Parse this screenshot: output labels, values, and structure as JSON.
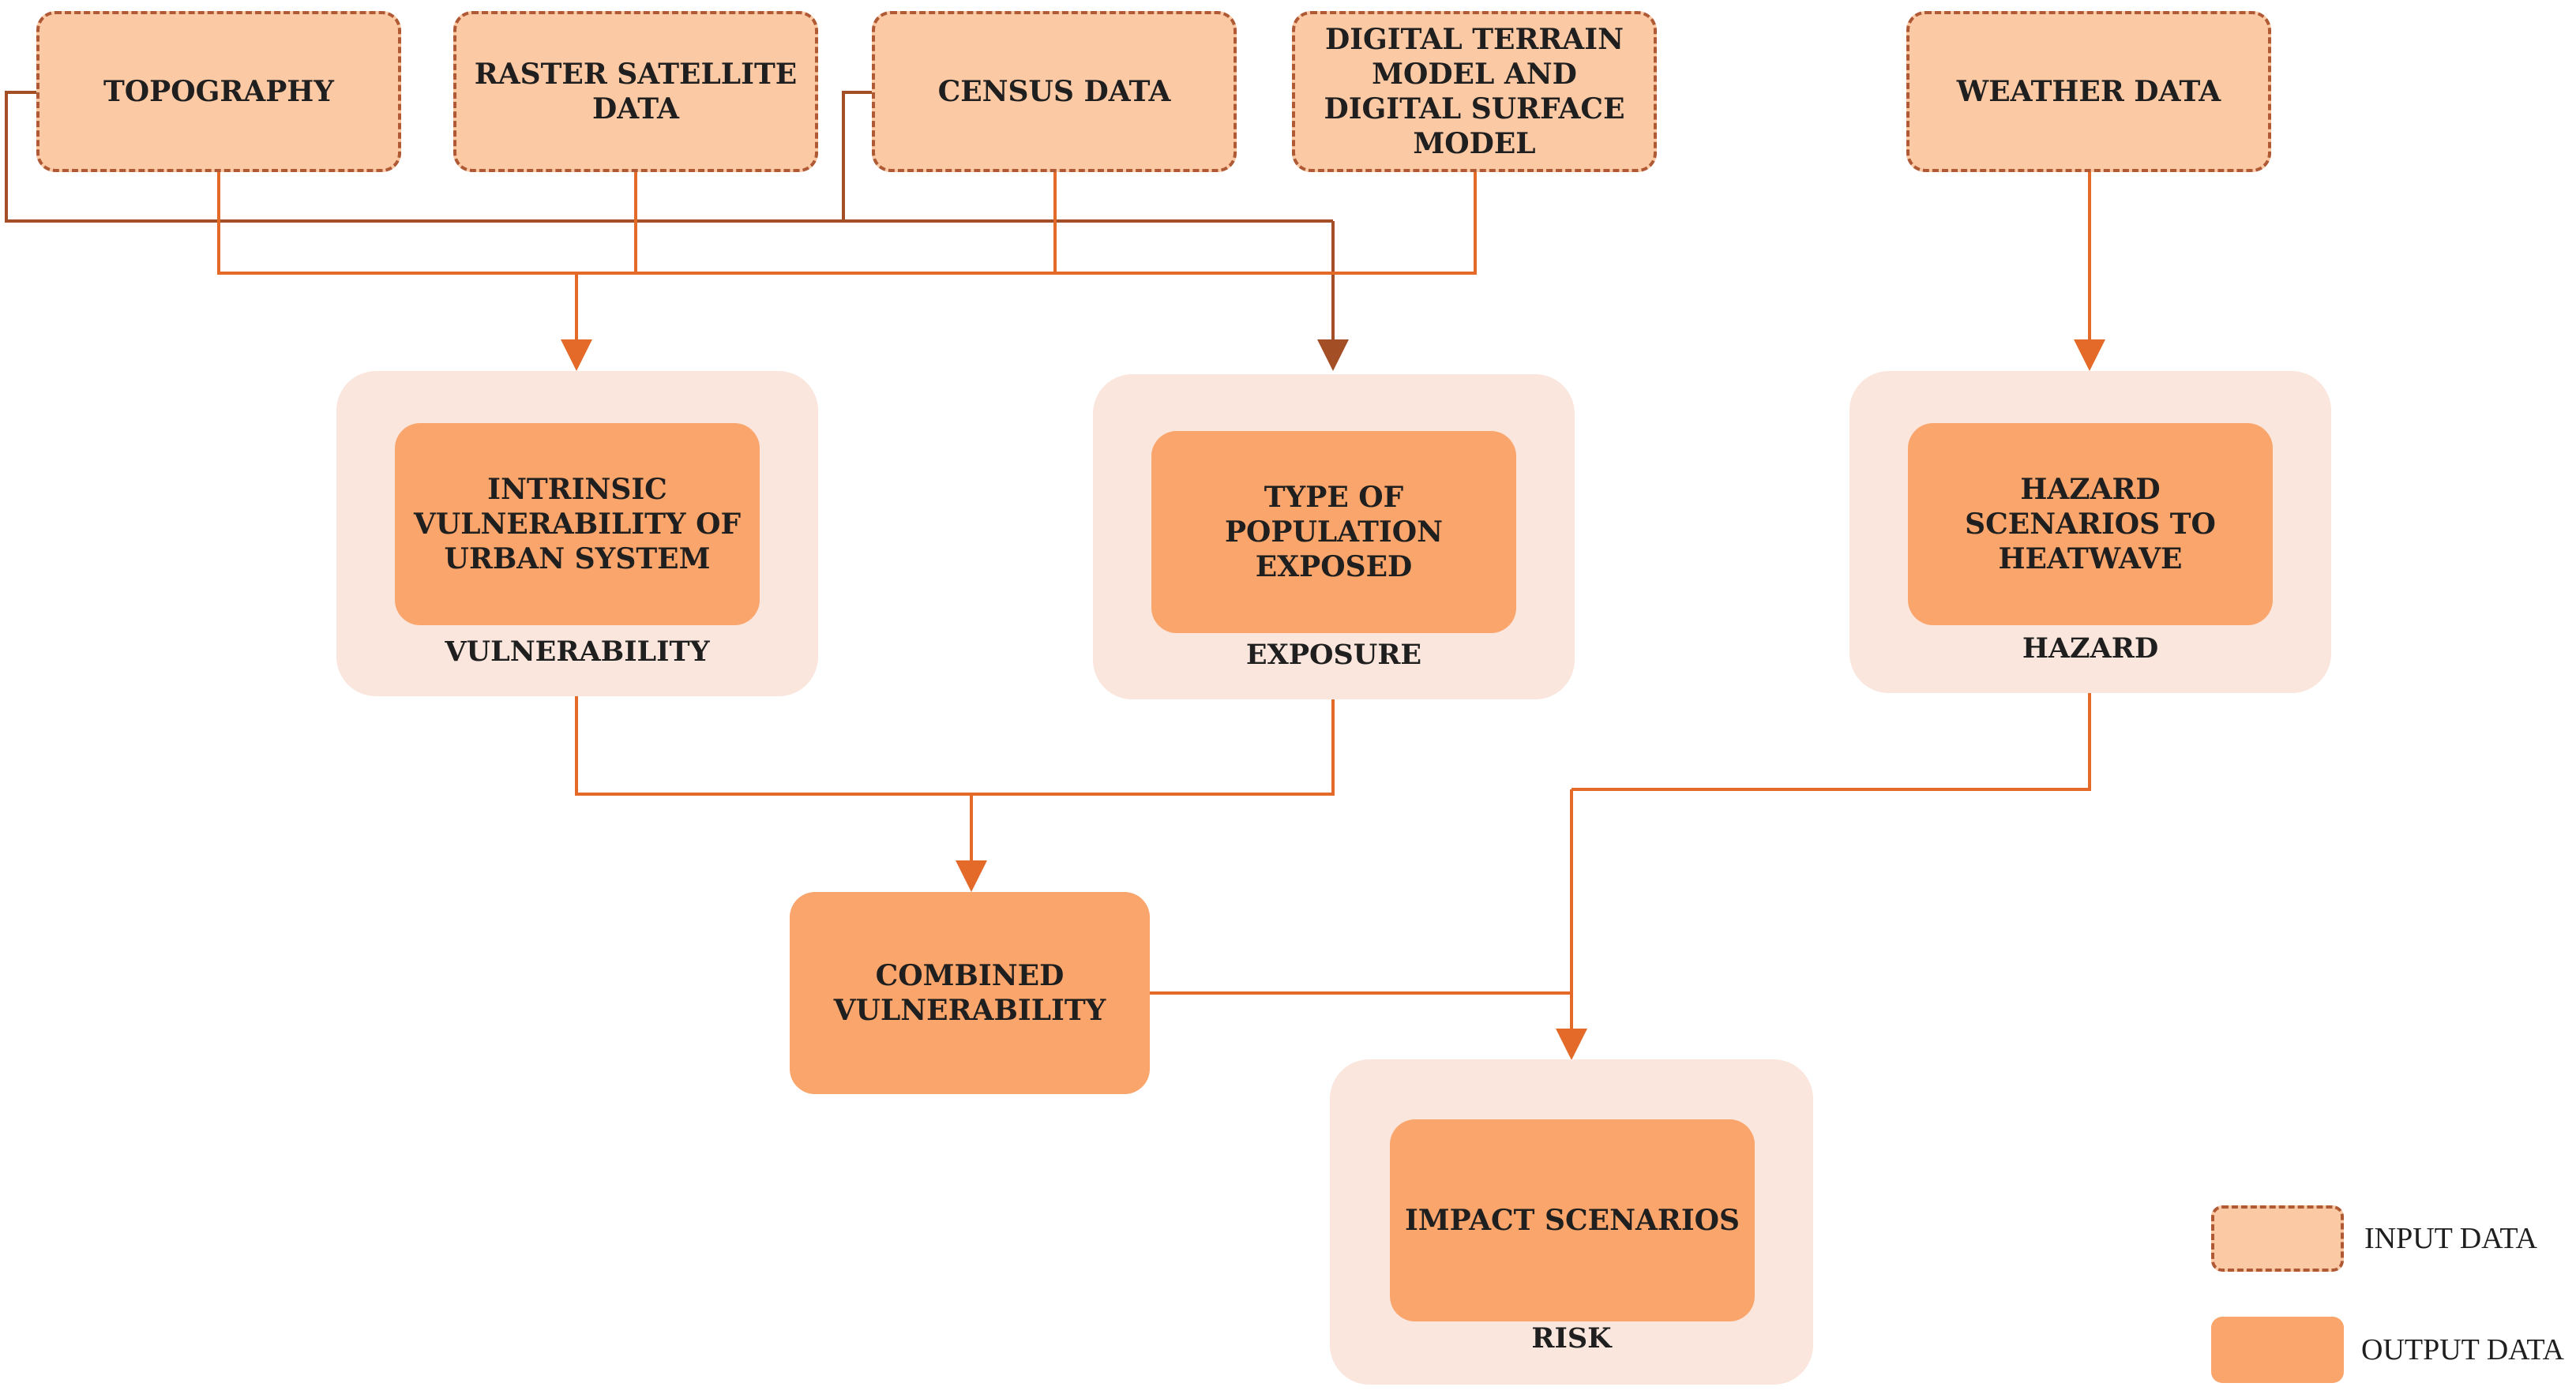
{
  "inputs": {
    "topography": "TOPOGRAPHY",
    "raster_satellite": "RASTER SATELLITE DATA",
    "census": "CENSUS DATA",
    "dtm_dsm": "DIGITAL TERRAIN MODEL AND DIGITAL SURFACE MODEL",
    "weather": "WEATHER DATA"
  },
  "outputs": {
    "intrinsic_vulnerability": "INTRINSIC VULNERABILITY OF URBAN SYSTEM",
    "population_exposed": "TYPE OF POPULATION EXPOSED",
    "hazard_scenarios": "HAZARD SCENARIOS TO HEATWAVE",
    "combined_vulnerability": "COMBINED VULNERABILITY",
    "impact_scenarios": "IMPACT SCENARIOS"
  },
  "groups": {
    "vulnerability": "VULNERABILITY",
    "exposure": "EXPOSURE",
    "hazard": "HAZARD",
    "risk": "RISK"
  },
  "legend": {
    "input": "INPUT DATA",
    "output": "OUTPUT DATA"
  },
  "colors": {
    "input_fill": "#fcc9a5",
    "input_border": "#b05a35",
    "output_fill": "#faa56b",
    "group_fill": "#fae6dc",
    "connector_orange": "#e36a28",
    "connector_brown": "#a34e25"
  }
}
